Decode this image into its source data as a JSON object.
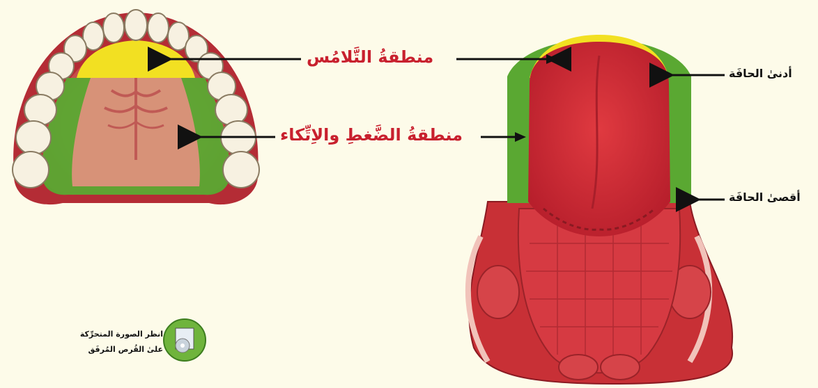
{
  "labels": {
    "contact_zone": "منطقةُ التَّلامُس",
    "pressure_zone": "منطقةُ الضَّغطِ والاِتِّكاء",
    "nearest_edge": "أدنىٰ الحافَة",
    "farthest_edge": "أقصىٰ الحافَة"
  },
  "cd_note": {
    "line1": "انظر الصورة المتحرِّكة",
    "line2": "علىٰ القُرص المُرفَق"
  },
  "icons": {
    "cd": "cd-disc-icon",
    "arrow": "left-arrow-icon"
  },
  "colors": {
    "background": "#fdfbe9",
    "contact_zone": "#f2e022",
    "pressure_zone": "#5aa832",
    "tissue": "#d42b35",
    "label_red": "#c8202e",
    "label_black": "#111111"
  }
}
